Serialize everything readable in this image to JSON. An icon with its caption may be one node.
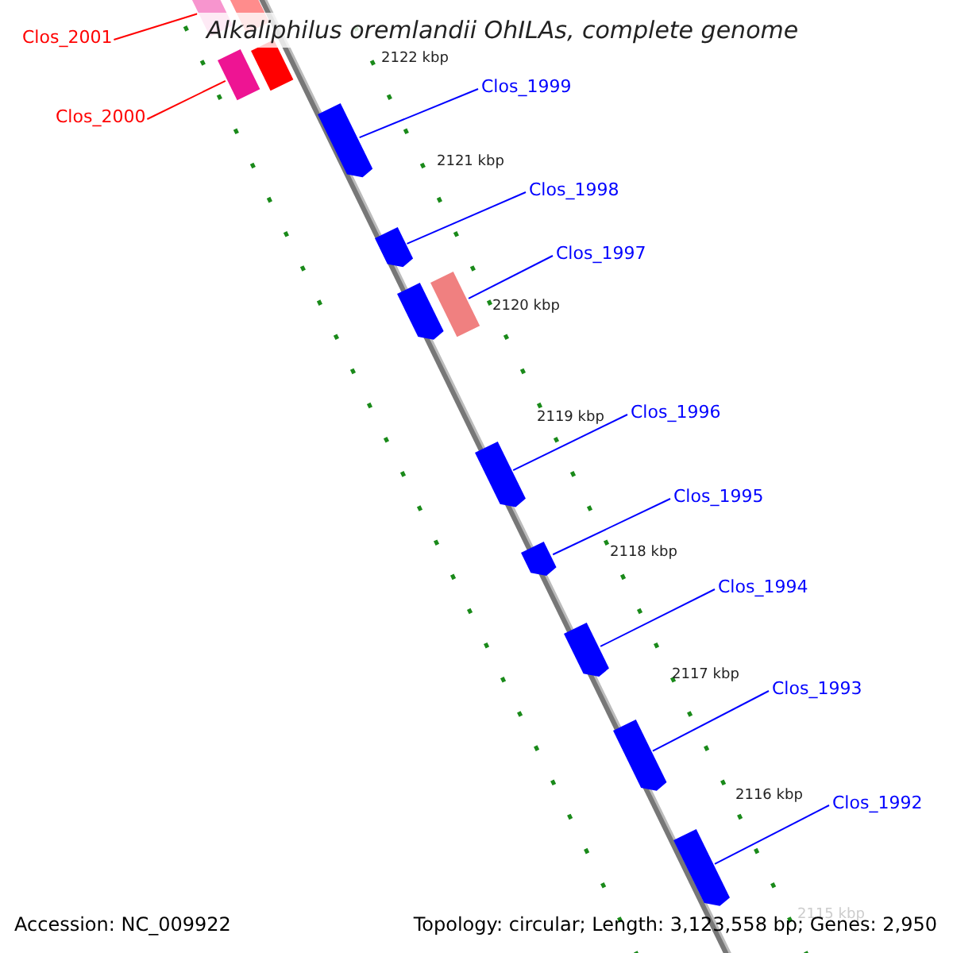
{
  "diagram": {
    "title": "Alkaliphilus oremlandii OhILAs, complete genome",
    "nodes": [
      {
        "text": [
          "Clos_2001"
        ]
      },
      {
        "text": [],
        "shape": "box"
      },
      {
        "text": [],
        "shape": "box"
      },
      {
        "text": [
          "Clos_2000"
        ]
      },
      {
        "text": [],
        "shape": "box"
      },
      {
        "text": [],
        "shape": "box"
      },
      {
        "text": [
          "Clos_1999"
        ]
      },
      {
        "text": [],
        "shape": "box"
      },
      {
        "text": [
          "Clos_1998"
        ]
      },
      {
        "text": [],
        "shape": "box"
      },
      {
        "text": [
          "Clos_1997"
        ]
      },
      {
        "text": [],
        "shape": "box"
      },
      {
        "text": [],
        "shape": "box"
      },
      {
        "text": [
          "Clos_1996"
        ]
      },
      {
        "text": [],
        "shape": "box"
      },
      {
        "text": [
          "Clos_1995"
        ]
      },
      {
        "text": [],
        "shape": "box"
      },
      {
        "text": [
          "Clos_1994"
        ]
      },
      {
        "text": [],
        "shape": "box"
      },
      {
        "text": [
          "Clos_1993"
        ]
      },
      {
        "text": [],
        "shape": "box"
      },
      {
        "text": [
          "Clos_1992"
        ]
      },
      {
        "text": [],
        "shape": "box"
      }
    ],
    "edges": [
      {
        "from": 0,
        "to": 1,
        "arrow": "none",
        "color": "#ff0000"
      },
      {
        "from": 3,
        "to": 4,
        "arrow": "none",
        "color": "#ff0000"
      },
      {
        "from": 6,
        "to": 7,
        "arrow": "none"
      },
      {
        "from": 8,
        "to": 9,
        "arrow": "none"
      },
      {
        "from": 10,
        "to": 11,
        "arrow": "none"
      },
      {
        "from": 13,
        "to": 14,
        "arrow": "none"
      },
      {
        "from": 15,
        "to": 16,
        "arrow": "none"
      },
      {
        "from": 17,
        "to": 18,
        "arrow": "none"
      },
      {
        "from": 19,
        "to": 20,
        "arrow": "none"
      },
      {
        "from": 21,
        "to": 22,
        "arrow": "none"
      }
    ],
    "labels": [
      "2122 kbp",
      "2121 kbp",
      "2120 kbp",
      "2119 kbp",
      "2118 kbp",
      "2117 kbp",
      "2116 kbp",
      "2115 kbp",
      "Accession: NC_009922",
      "Topology: circular; Length: 3,123,558 bp; Genes: 2,950"
    ]
  }
}
